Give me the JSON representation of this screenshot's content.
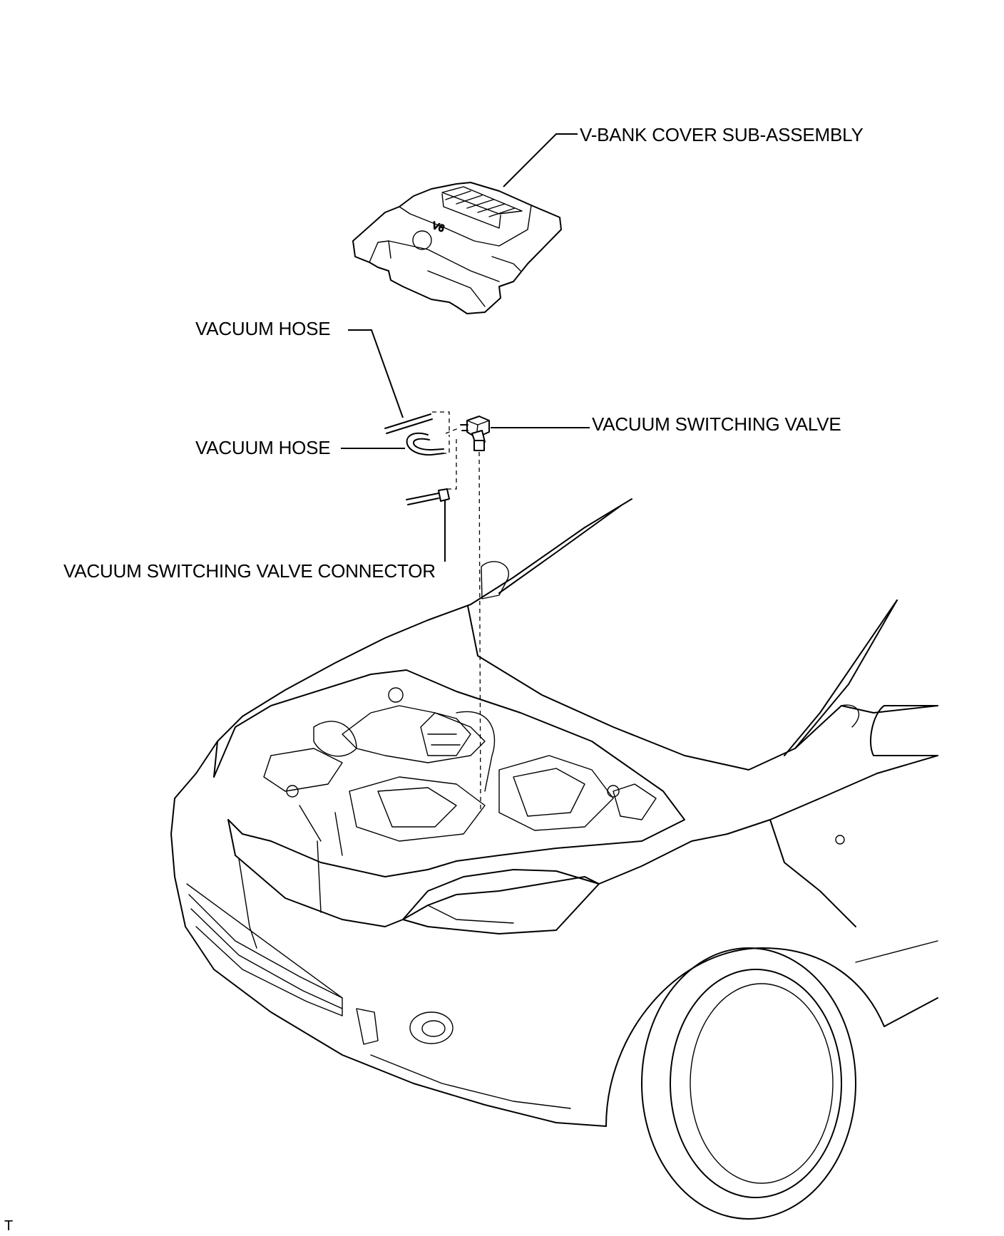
{
  "labels": {
    "v_bank_cover": "V-BANK COVER SUB-ASSEMBLY",
    "vacuum_hose_upper": "VACUUM HOSE",
    "vacuum_hose_lower": "VACUUM HOSE",
    "vacuum_switching_valve": "VACUUM SWITCHING VALVE",
    "vacuum_switching_valve_connector": "VACUUM SWITCHING VALVE CONNECTOR"
  },
  "cover_badge": "V6",
  "corner_mark": "T"
}
